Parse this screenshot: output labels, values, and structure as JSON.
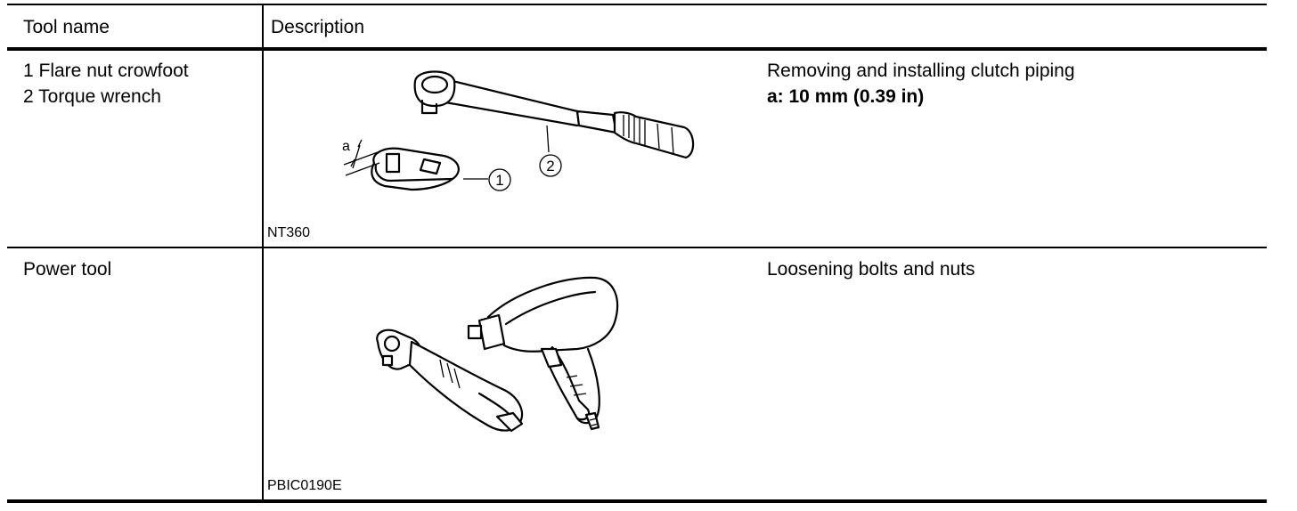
{
  "table": {
    "headers": {
      "tool_name": "Tool name",
      "description": "Description"
    },
    "rows": [
      {
        "tool_lines": [
          "1 Flare nut crowfoot",
          "2 Torque wrench"
        ],
        "figure_code": "NT360",
        "callouts": {
          "dimension_letter": "a",
          "item_1": "1",
          "item_2": "2"
        },
        "description": "Removing and installing clutch piping",
        "spec": "a: 10 mm (0.39 in)"
      },
      {
        "tool_lines": [
          "Power tool"
        ],
        "figure_code": "PBIC0190E",
        "description": "Loosening bolts and nuts"
      }
    ]
  }
}
